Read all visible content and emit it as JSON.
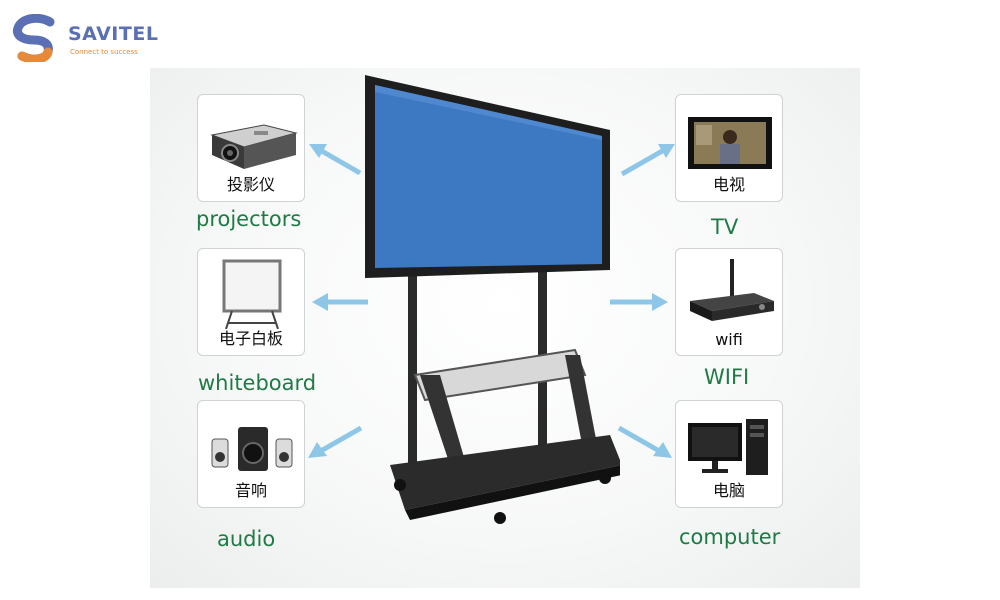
{
  "brand": {
    "name": "SAVITEL",
    "tagline": "Connect to success"
  },
  "devices": [
    {
      "id": "projectors",
      "cn": "投影仪",
      "en": "projectors",
      "icon": "projector-icon"
    },
    {
      "id": "whiteboard",
      "cn": "电子白板",
      "en": "whiteboard",
      "icon": "whiteboard-icon"
    },
    {
      "id": "audio",
      "cn": "音响",
      "en": "audio",
      "icon": "speakers-icon"
    },
    {
      "id": "tv",
      "cn": "电视",
      "en": "TV",
      "icon": "tv-icon"
    },
    {
      "id": "wifi",
      "cn": "wifi",
      "en": "WIFI",
      "icon": "wifi-router-icon"
    },
    {
      "id": "computer",
      "cn": "电脑",
      "en": "computer",
      "icon": "computer-icon"
    }
  ],
  "colors": {
    "label_green": "#1f7a45",
    "arrow_blue": "#8ec6e8",
    "screen_blue": "#3d78c3",
    "brand_blue": "#5a6fb4",
    "brand_orange": "#e58a3a"
  }
}
